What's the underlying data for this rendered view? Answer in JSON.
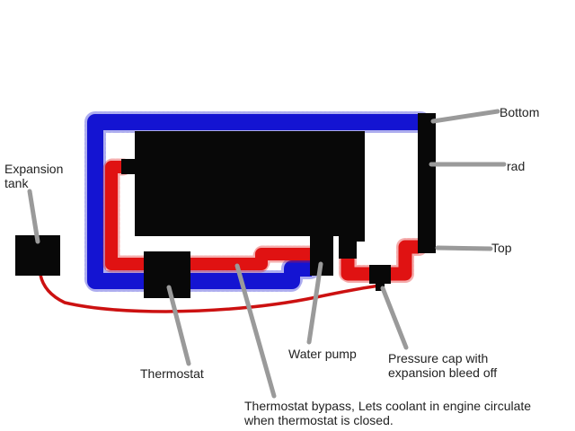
{
  "colors": {
    "background": "#ffffff",
    "pipe_blue": "#1414d2",
    "pipe_red": "#e01212",
    "overflow_red": "#cc1111",
    "component_black": "#080808",
    "pointer_gray": "#9a9a9a",
    "label_text": "#222222"
  },
  "labels": {
    "expansion_tank": {
      "lines": [
        "Expansion",
        "tank"
      ]
    },
    "bottom": {
      "lines": [
        "Bottom"
      ]
    },
    "rad": {
      "lines": [
        "rad"
      ]
    },
    "top": {
      "lines": [
        "Top"
      ]
    },
    "water_pump": {
      "lines": [
        "Water pump"
      ]
    },
    "pressure_cap": {
      "lines": [
        "Pressure cap with",
        "expansion bleed off"
      ]
    },
    "thermostat": {
      "lines": [
        "Thermostat"
      ]
    },
    "bypass_note": {
      "lines": [
        "Thermostat bypass, Lets coolant in engine circulate",
        "when thermostat is closed."
      ]
    }
  }
}
